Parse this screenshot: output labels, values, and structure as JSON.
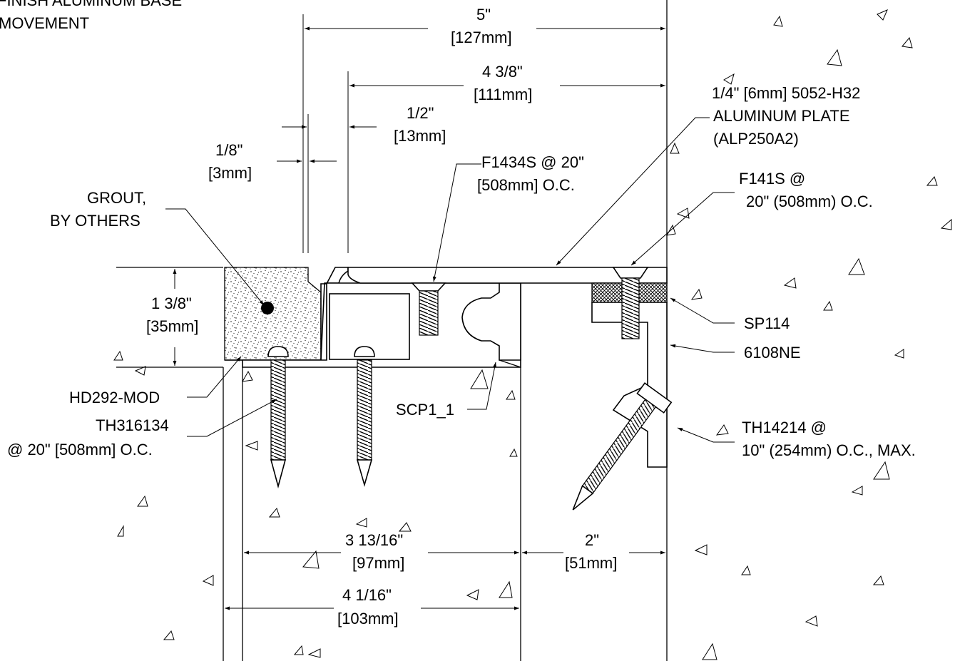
{
  "labels": {
    "top_note_1": "FINISH ALUMINUM BASE",
    "top_note_2": "MOVEMENT",
    "dim_5": "5\"",
    "dim_5_mm": "[127mm]",
    "dim_4_3_8": "4 3/8\"",
    "dim_4_3_8_mm": "[111mm]",
    "dim_1_2": "1/2\"",
    "dim_1_2_mm": "[13mm]",
    "dim_1_8": "1/8\"",
    "dim_1_8_mm": "[3mm]",
    "plate_1": "1/4\" [6mm] 5052-H32",
    "plate_2": "ALUMINUM PLATE",
    "plate_3": "(ALP250A2)",
    "f1434s_1": "F1434S @ 20\"",
    "f1434s_2": "[508mm] O.C.",
    "f141s_1": "F141S @",
    "f141s_2": "20\" (508mm) O.C.",
    "grout_1": "GROUT,",
    "grout_2": "BY OTHERS",
    "dim_1_3_8": "1 3/8\"",
    "dim_1_3_8_mm": "[35mm]",
    "sp114": "SP114",
    "n6108ne": "6108NE",
    "hd292": "HD292-MOD",
    "th316134_1": "TH316134",
    "th316134_2": "@ 20\" [508mm] O.C.",
    "scp1": "SCP1_1",
    "th14214_1": "TH14214 @",
    "th14214_2": "10\" (254mm) O.C., MAX.",
    "dim_3_13_16": "3 13/16\"",
    "dim_3_13_16_mm": "[97mm]",
    "dim_2": "2\"",
    "dim_2_mm": "[51mm]",
    "dim_4_1_16": "4 1/16\"",
    "dim_4_1_16_mm": "[103mm]"
  }
}
